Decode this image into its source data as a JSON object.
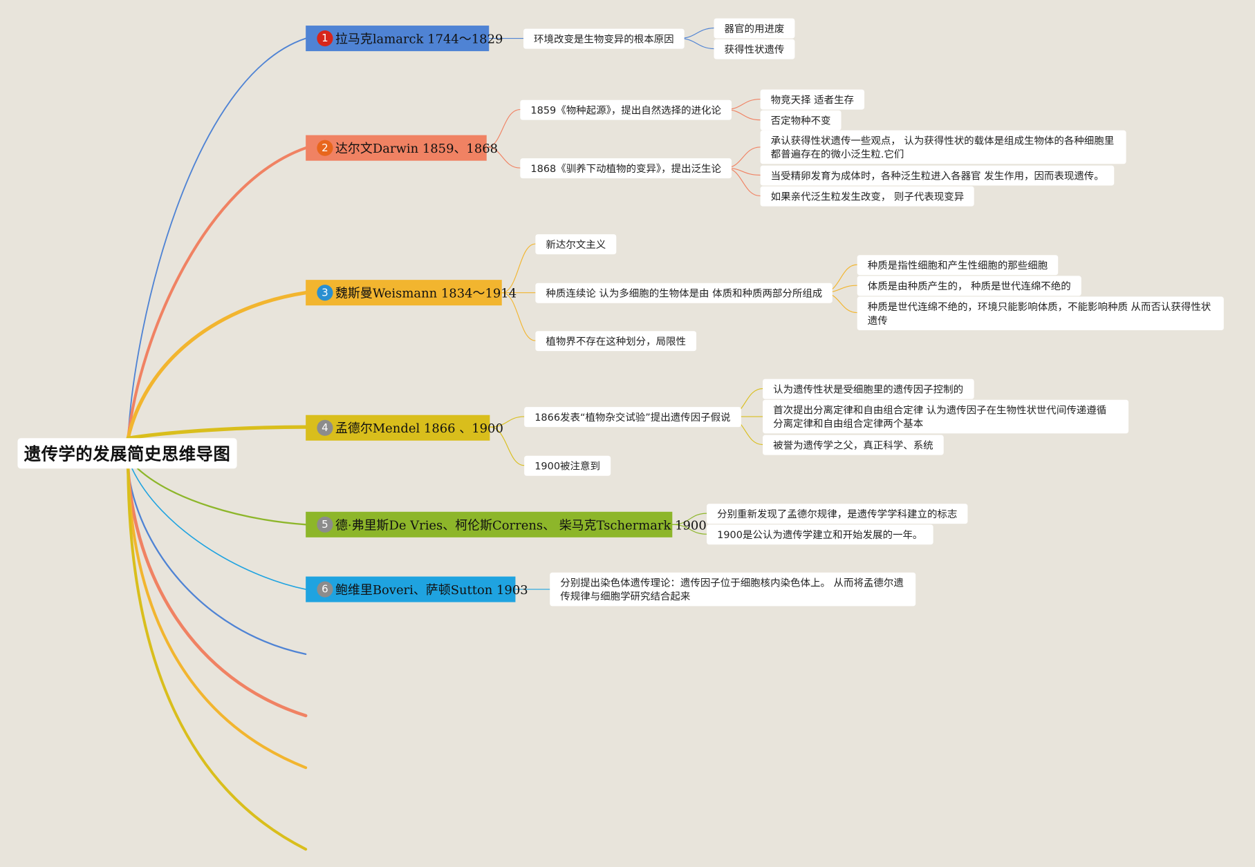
{
  "root": {
    "title": "遗传学的发展简史思维导图"
  },
  "branches": [
    {
      "number": "1",
      "label": "拉马克lamarck 1744～1829",
      "color": "#4f83d4",
      "badge_color": "#d7261b",
      "children": [
        {
          "text": "环境改变是生物变异的根本原因",
          "children": [
            {
              "text": "器官的用进废"
            },
            {
              "text": "获得性状遗传"
            }
          ]
        }
      ]
    },
    {
      "number": "2",
      "label": "达尔文Darwin 1859、1868",
      "color": "#f08263",
      "badge_color": "#e8661c",
      "children": [
        {
          "text": "1859《物种起源》，提出自然选择的进化论",
          "children": [
            {
              "text": "物竞天择 适者生存"
            },
            {
              "text": "否定物种不变"
            }
          ]
        },
        {
          "text": "1868《驯养下动植物的变异》，提出泛生论",
          "children": [
            {
              "text": "承认获得性状遗传一些观点， 认为获得性状的载体是组成生物体的各种细胞里 都普遍存在的微小泛生粒.它们"
            },
            {
              "text": "当受精卵发育为成体时，各种泛生粒进入各器官 发生作用，因而表现遗传。"
            },
            {
              "text": "如果亲代泛生粒发生改变， 则子代表现变异"
            }
          ]
        }
      ]
    },
    {
      "number": "3",
      "label": "魏斯曼Weismann 1834～1914",
      "color": "#f2b52f",
      "badge_color": "#2a8fd0",
      "children": [
        {
          "text": "新达尔文主义"
        },
        {
          "text": "种质连续论 认为多细胞的生物体是由 体质和种质两部分所组成",
          "children": [
            {
              "text": "种质是指性细胞和产生性细胞的那些细胞"
            },
            {
              "text": "体质是由种质产生的， 种质是世代连绵不绝的"
            },
            {
              "text": "种质是世代连绵不绝的，环境只能影响体质，不能影响种质 从而否认获得性状遗传"
            }
          ]
        },
        {
          "text": "植物界不存在这种划分，局限性"
        }
      ]
    },
    {
      "number": "4",
      "label": "孟德尔Mendel 1866 、1900",
      "color": "#d9be1c",
      "badge_color": "#8c8c8c",
      "children": [
        {
          "text": "1866发表“植物杂交试验”提出遗传因子假说",
          "children": [
            {
              "text": "认为遗传性状是受细胞里的遗传因子控制的"
            },
            {
              "text": "首次提出分离定律和自由组合定律 认为遗传因子在生物性状世代间传递遵循 分离定律和自由组合定律两个基本"
            },
            {
              "text": "被誉为遗传学之父，真正科学、系统"
            }
          ]
        },
        {
          "text": "1900被注意到"
        }
      ]
    },
    {
      "number": "5",
      "label": "德·弗里斯De Vries、柯伦斯Correns、 柴马克Tschermark 1900",
      "color": "#8db62a",
      "badge_color": "#8c8c8c",
      "children": [
        {
          "text": "分别重新发现了孟德尔规律，是遗传学学科建立的标志"
        },
        {
          "text": "1900是公认为遗传学建立和开始发展的一年。"
        }
      ]
    },
    {
      "number": "6",
      "label": "鲍维里Boveri、萨顿Sutton 1903",
      "color": "#1fa3e0",
      "badge_color": "#8c8c8c",
      "children": [
        {
          "text": "分别提出染色体遗传理论：遗传因子位于细胞核内染色体上。 从而将孟德尔遗传规律与细胞学研究结合起来"
        }
      ]
    }
  ],
  "empty_branch_colors": [
    "#4f83d4",
    "#f08263",
    "#f2b52f",
    "#d9be1c"
  ]
}
